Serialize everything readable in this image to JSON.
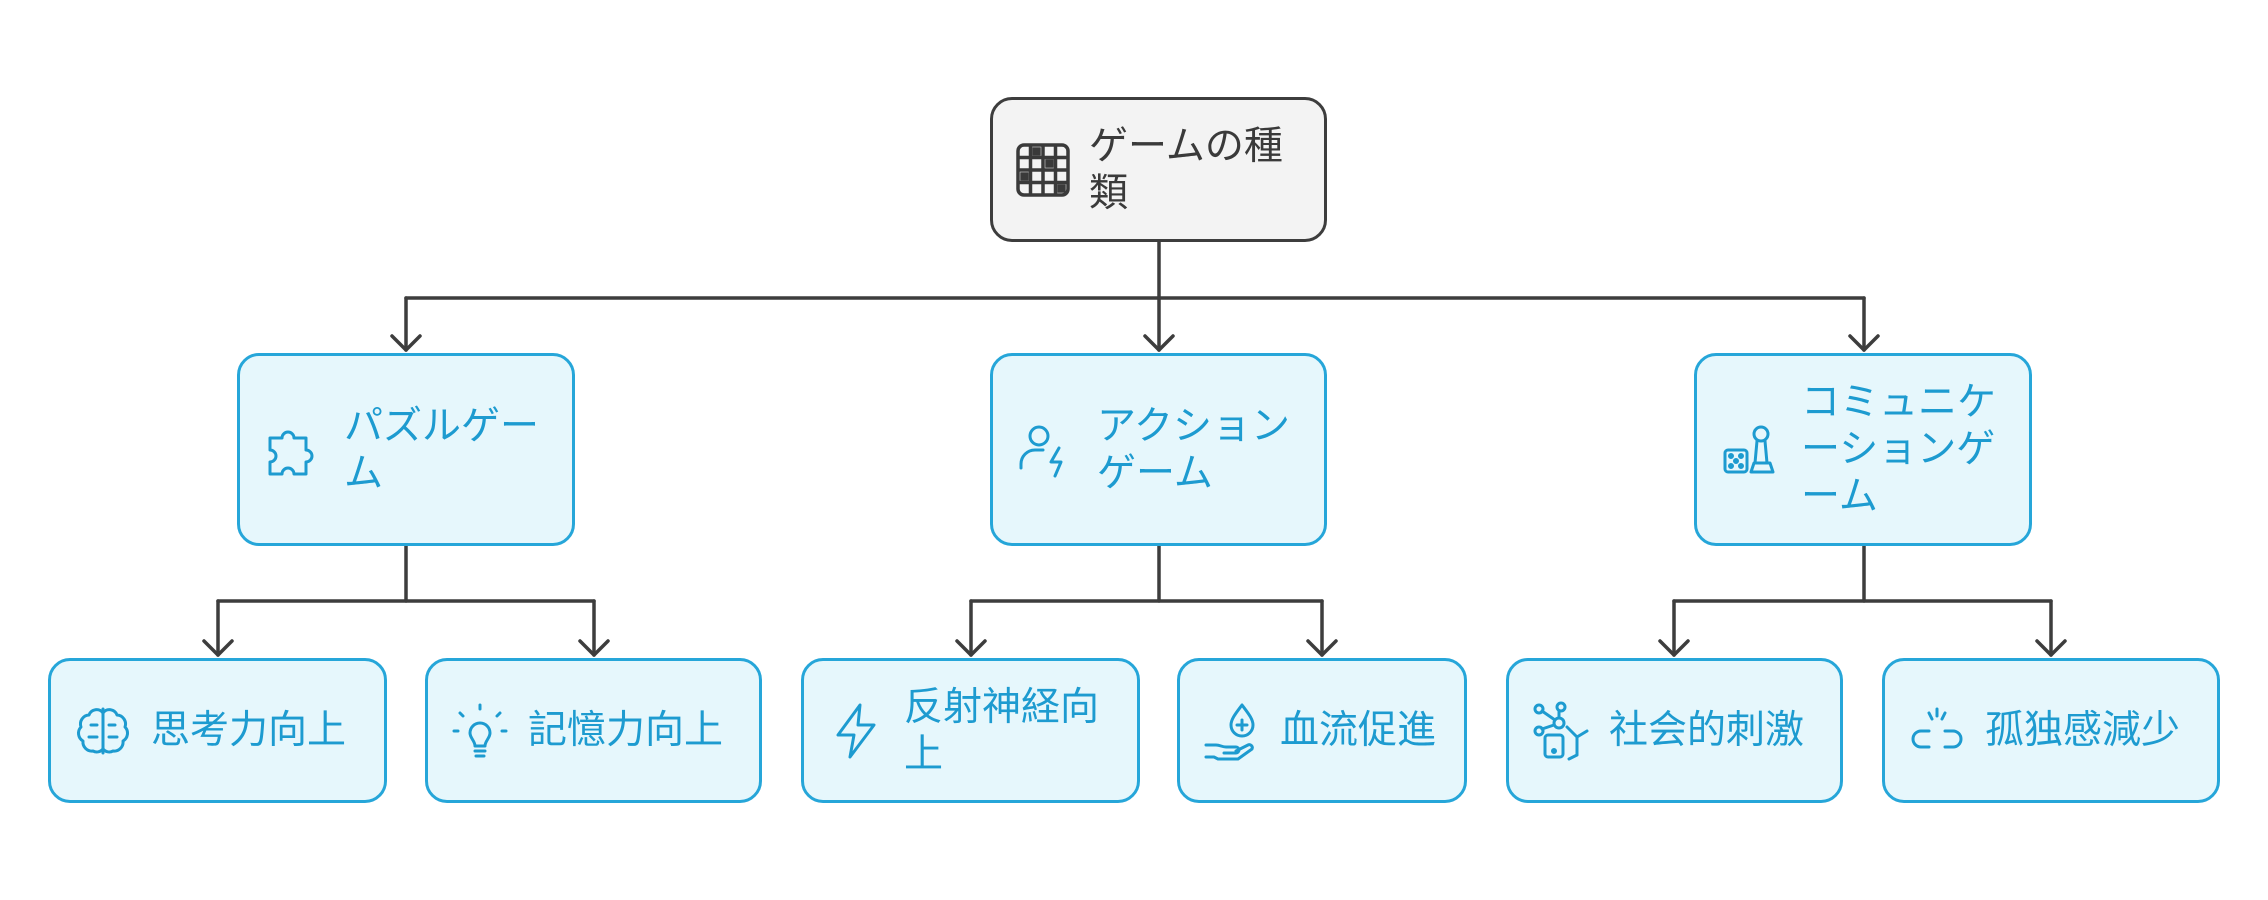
{
  "colors": {
    "accent": "#26a6d9",
    "accent_fill": "#e6f7fc",
    "root_border": "#3d3d3d",
    "root_fill": "#f3f3f3",
    "connector": "#3d3d3d"
  },
  "diagram": {
    "root": {
      "label": "ゲームの種類",
      "icon": "grid-icon"
    },
    "categories": [
      {
        "label": "パズルゲーム",
        "icon": "puzzle-icon",
        "benefits": [
          {
            "label": "思考力向上",
            "icon": "brain-icon"
          },
          {
            "label": "記憶力向上",
            "icon": "lightbulb-icon"
          }
        ]
      },
      {
        "label": "アクションゲーム",
        "icon": "person-bolt-icon",
        "benefits": [
          {
            "label": "反射神経向上",
            "icon": "lightning-icon"
          },
          {
            "label": "血流促進",
            "icon": "hand-drop-icon"
          }
        ]
      },
      {
        "label": "コミュニケーションゲーム",
        "icon": "dice-pawn-icon",
        "benefits": [
          {
            "label": "社会的刺激",
            "icon": "network-person-icon"
          },
          {
            "label": "孤独感減少",
            "icon": "broken-link-icon"
          }
        ]
      }
    ]
  }
}
